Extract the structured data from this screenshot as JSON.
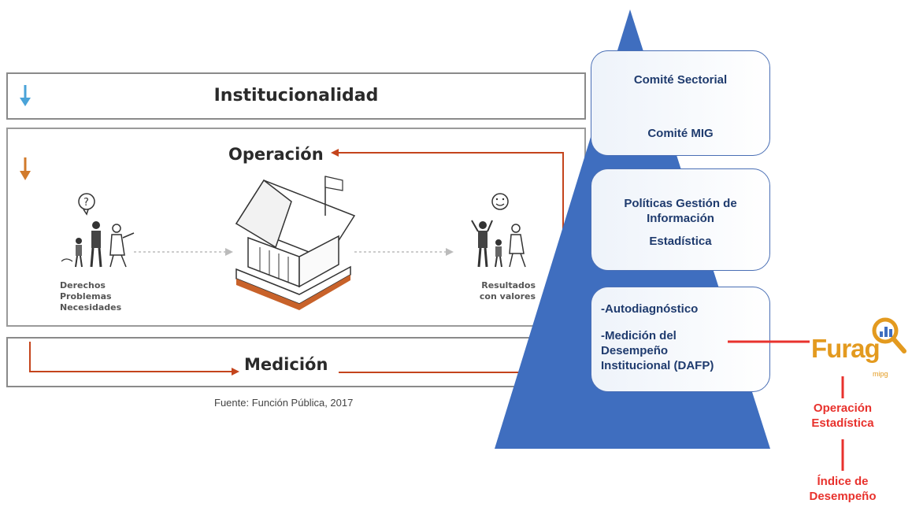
{
  "left_figure": {
    "band_top_title": "Institucionalidad",
    "band_mid_title": "Operación",
    "band_bot_title": "Medición",
    "left_label_lines": [
      "Derechos",
      "Problemas",
      "Necesidades"
    ],
    "right_label_lines": [
      "Resultados",
      "con valores"
    ],
    "source": "Fuente: Función Pública, 2017"
  },
  "pyramid": {
    "box1_lines": [
      "Comité Sectorial",
      "Comité MIG"
    ],
    "box2_lines": [
      "Políticas Gestión de",
      "Información",
      "Estadística"
    ],
    "box3_lines": [
      "-Autodiagnóstico",
      "-Medición del",
      "Desempeño",
      "Institucional (DAFP)"
    ]
  },
  "furag": {
    "logo_text": "Furag",
    "logo_sub": "mipg",
    "label1_lines": [
      "Operación",
      "Estadística"
    ],
    "label2_lines": [
      "Índice de",
      "Desempeño"
    ]
  },
  "colors": {
    "pyramid_blue": "#3f6ebf",
    "red": "#e8322d",
    "arrow_orange": "#c64a1f",
    "arrow_blue": "#4aa3d8",
    "logo_orange": "#e39a1f"
  }
}
